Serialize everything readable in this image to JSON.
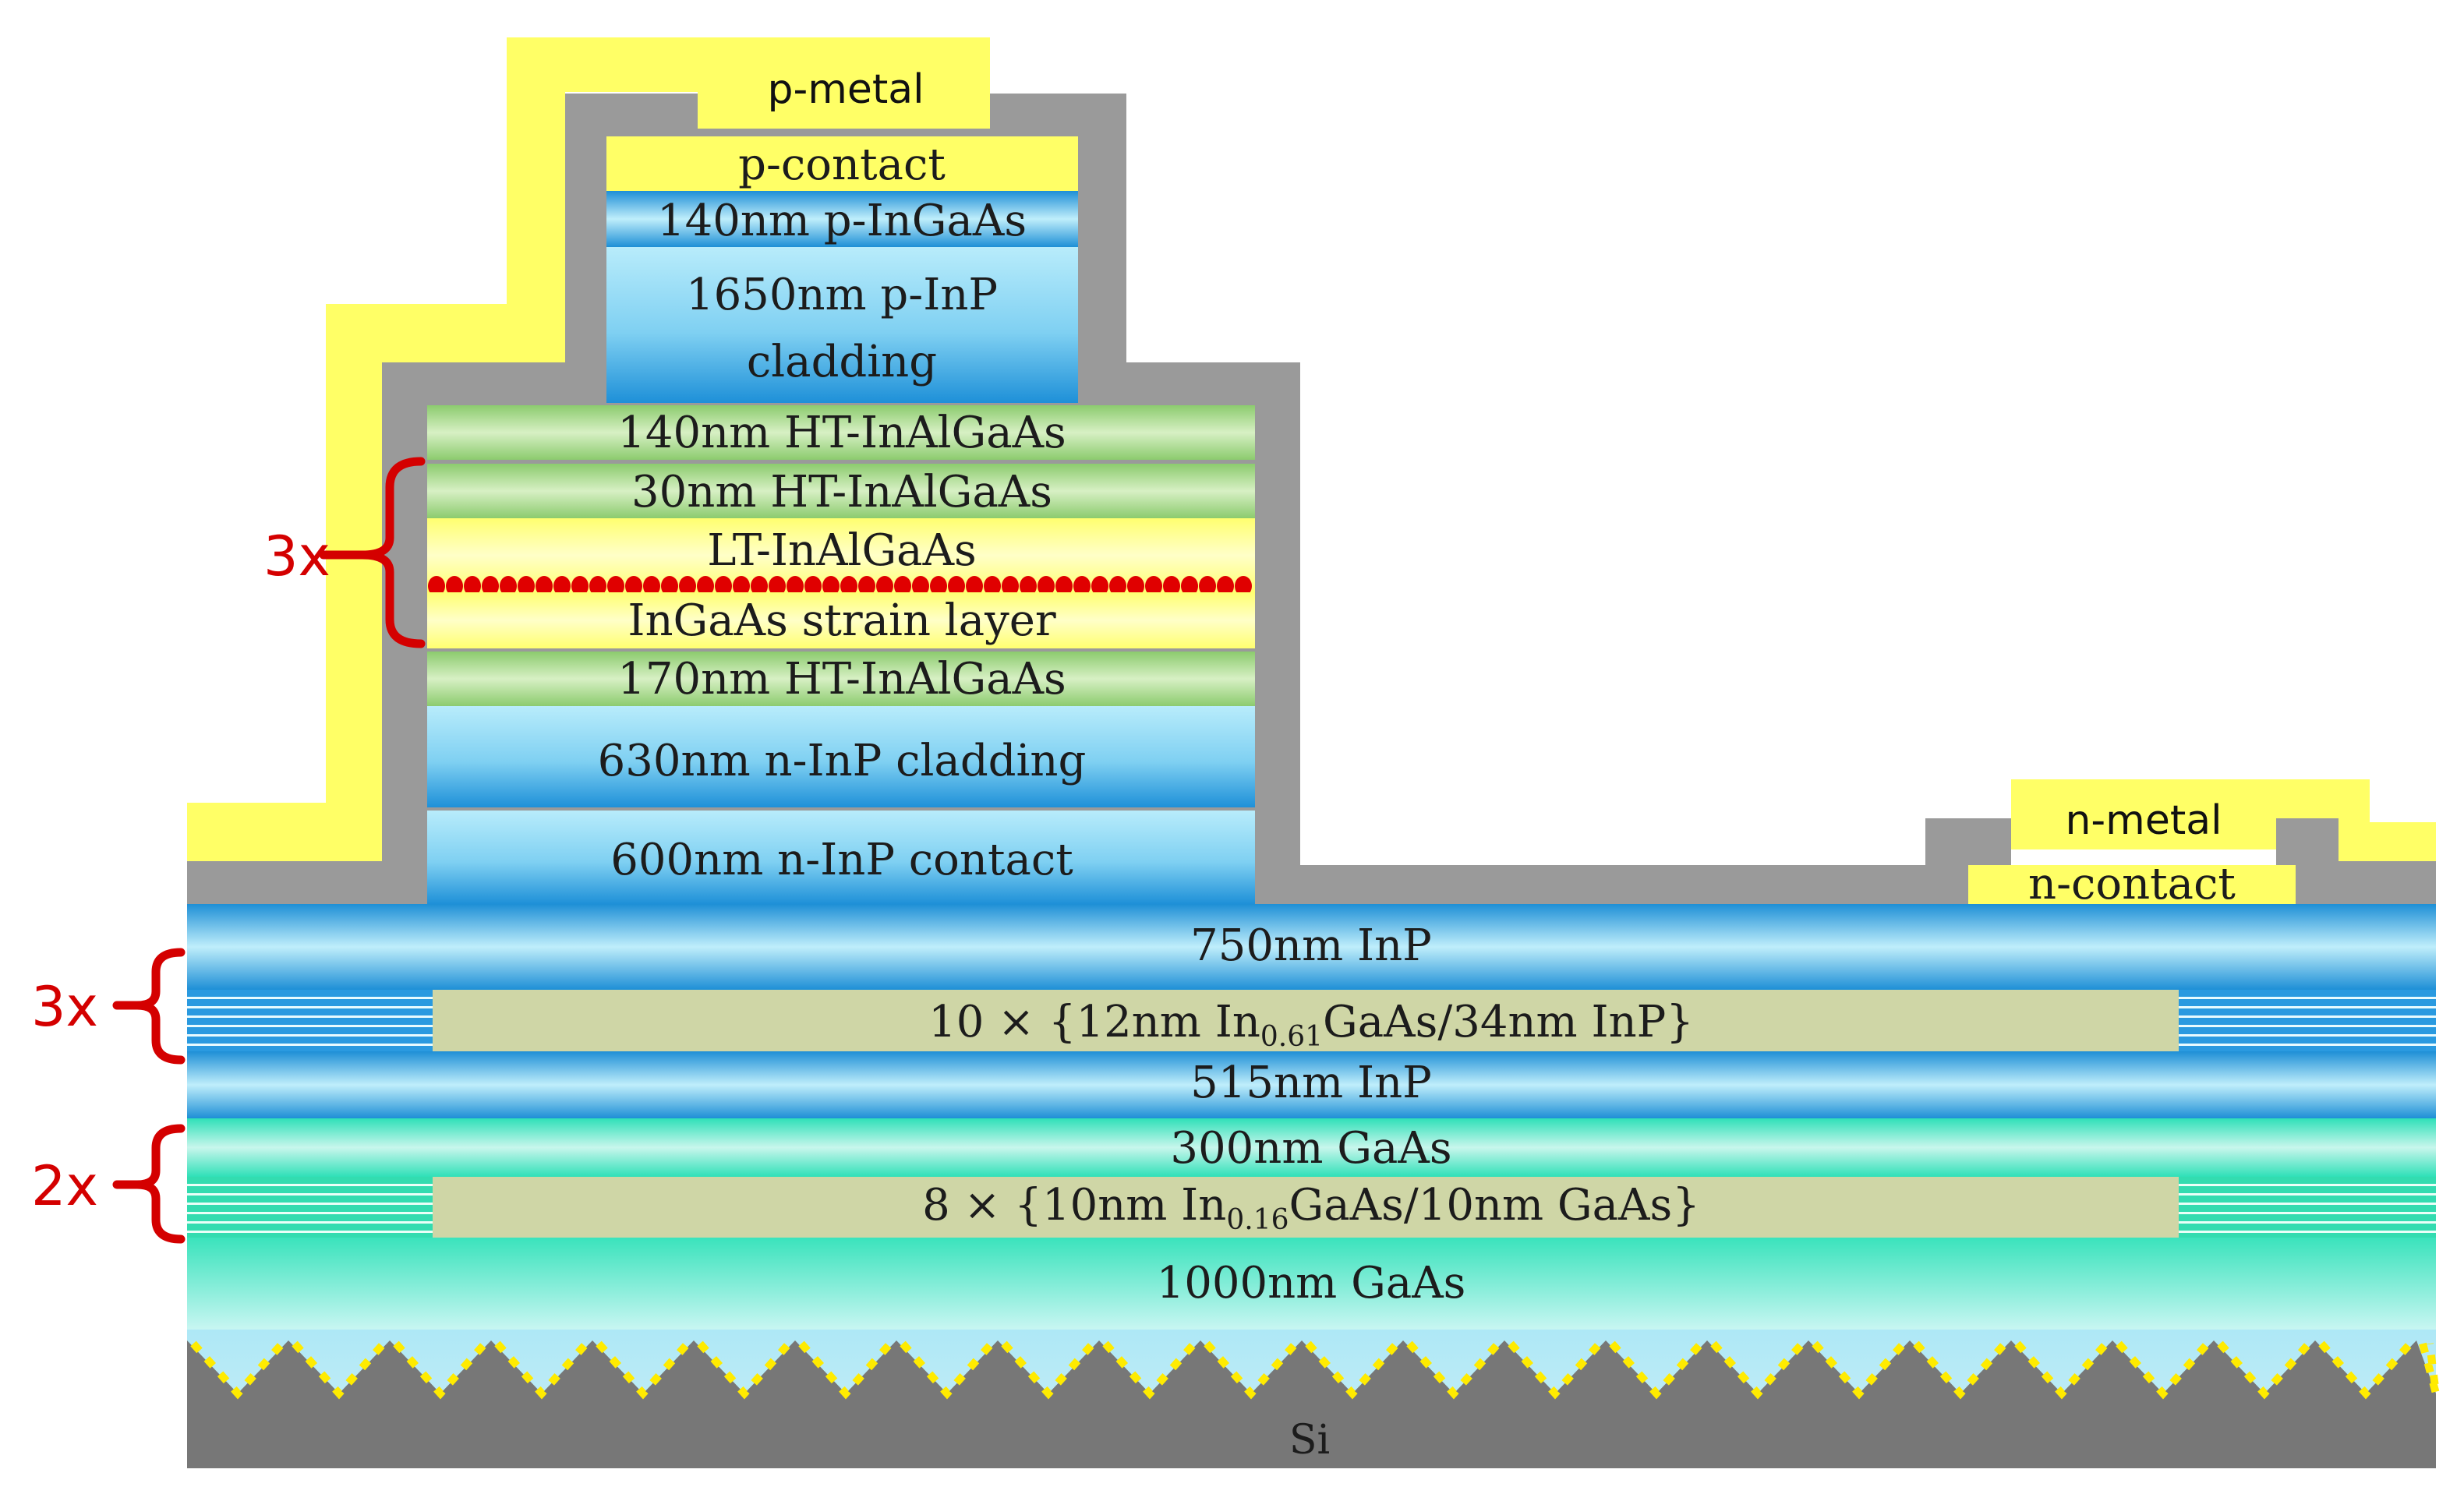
{
  "colors": {
    "metal": "#ffff66",
    "passivation": "#9a9a9a",
    "substrate": "#777777",
    "repeat_brace": "#d40000",
    "quantum_dots": "#e00000",
    "superlattice_core": "#cfd6a6"
  },
  "ridge": {
    "p_metal": "p-metal",
    "p_contact": "p-contact",
    "p_ingaas": "140nm p-InGaAs",
    "p_inp_line1": "1650nm p-InP",
    "p_inp_line2": "cladding",
    "ht_top": "140nm HT-InAlGaAs",
    "ht_30": "30nm HT-InAlGaAs",
    "lt_layer": "LT-InAlGaAs",
    "strain_layer": "InGaAs strain layer",
    "ht_170": "170nm HT-InAlGaAs",
    "n_inp_cladding": "630nm n-InP cladding",
    "n_inp_contact": "600nm n-InP contact",
    "active_repeat": "3x"
  },
  "n_side": {
    "n_metal": "n-metal",
    "n_contact": "n-contact"
  },
  "buffer": {
    "inp_750": "750nm InP",
    "sl_inp_prefix": "10 × {12nm In",
    "sl_inp_sub": "0.61",
    "sl_inp_suffix": "GaAs/34nm InP}",
    "inp_515": "515nm InP",
    "inp_repeat": "3x",
    "gaas_300": "300nm GaAs",
    "sl_gaas_prefix": "8 × {10nm In",
    "sl_gaas_sub": "0.16",
    "sl_gaas_suffix": "GaAs/10nm GaAs}",
    "gaas_repeat": "2x",
    "gaas_1000": "1000nm GaAs",
    "substrate": "Si"
  }
}
